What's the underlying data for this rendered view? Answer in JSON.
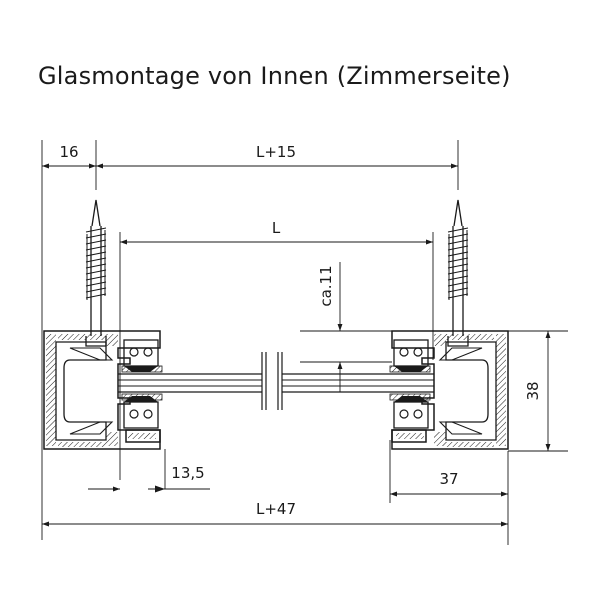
{
  "title": "Glasmontage von Innen (Zimmerseite)",
  "dimensions": {
    "left_offset": "16",
    "outer_span": "L+15",
    "inner_span": "L",
    "gap": "ca.11",
    "height": "38",
    "profile_offset": "13,5",
    "profile_width": "37",
    "total": "L+47"
  },
  "colors": {
    "line": "#1a1a1a",
    "background": "#ffffff"
  }
}
